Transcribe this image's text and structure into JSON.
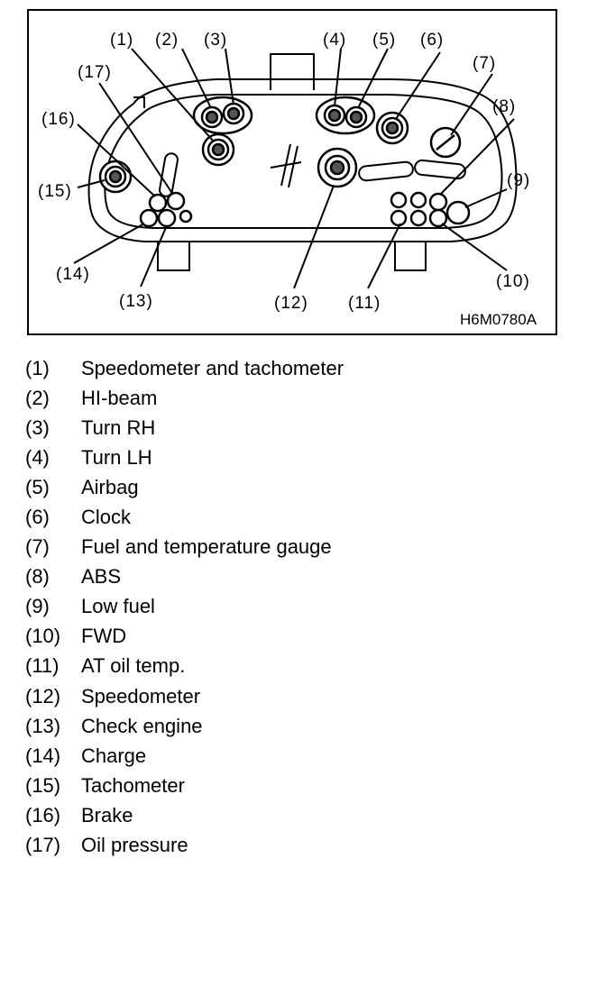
{
  "figure": {
    "code": "H6M0780A",
    "callouts": {
      "c1": "(1)",
      "c2": "(2)",
      "c3": "(3)",
      "c4": "(4)",
      "c5": "(5)",
      "c6": "(6)",
      "c7": "(7)",
      "c8": "(8)",
      "c9": "(9)",
      "c10": "(10)",
      "c11": "(11)",
      "c12": "(12)",
      "c13": "(13)",
      "c14": "(14)",
      "c15": "(15)",
      "c16": "(16)",
      "c17": "(17)"
    }
  },
  "legend": [
    {
      "num": "(1)",
      "text": "Speedometer and tachometer"
    },
    {
      "num": "(2)",
      "text": "HI-beam"
    },
    {
      "num": "(3)",
      "text": "Turn RH"
    },
    {
      "num": "(4)",
      "text": "Turn LH"
    },
    {
      "num": "(5)",
      "text": "Airbag"
    },
    {
      "num": "(6)",
      "text": "Clock"
    },
    {
      "num": "(7)",
      "text": "Fuel and temperature gauge"
    },
    {
      "num": "(8)",
      "text": "ABS"
    },
    {
      "num": "(9)",
      "text": "Low fuel"
    },
    {
      "num": "(10)",
      "text": "FWD"
    },
    {
      "num": "(11)",
      "text": "AT oil temp."
    },
    {
      "num": "(12)",
      "text": "Speedometer"
    },
    {
      "num": "(13)",
      "text": "Check engine"
    },
    {
      "num": "(14)",
      "text": "Charge"
    },
    {
      "num": "(15)",
      "text": "Tachometer"
    },
    {
      "num": "(16)",
      "text": "Brake"
    },
    {
      "num": "(17)",
      "text": "Oil pressure"
    }
  ]
}
